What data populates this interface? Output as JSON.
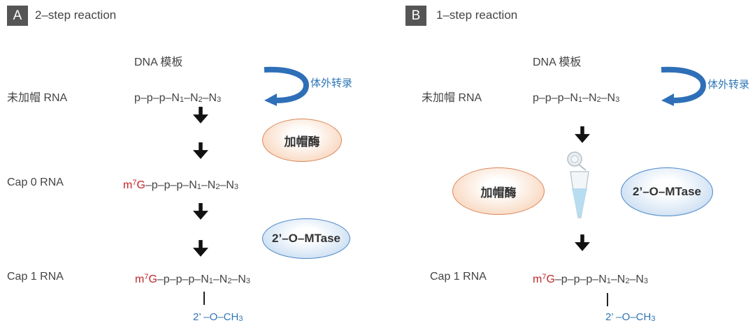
{
  "panel_a": {
    "badge": "A",
    "title": "2–step  reaction",
    "template_label": "DNA  模板",
    "ivt_label": "体外转录",
    "uncapped_label": "未加帽  RNA",
    "uncapped_seq": {
      "p": "p–p–p–N",
      "n1": "1",
      "m1": "–N",
      "n2": "2",
      "m2": "–N",
      "n3": "3"
    },
    "capping_enzyme": "加帽酶",
    "cap0_label": "Cap  0  RNA",
    "cap0_seq": {
      "m": "m",
      "sup": "7",
      "g": "G",
      "rest": "–p–p–p–N",
      "n1": "1",
      "m1": "–N",
      "n2": "2",
      "m2": "–N",
      "n3": "3"
    },
    "mtase": "2’–O–MTase",
    "cap1_label": "Cap  1  RNA",
    "cap1_seq": {
      "m": "m",
      "sup": "7",
      "g": "G",
      "rest": "–p–p–p–N",
      "n1": "1",
      "m1": "–N",
      "n2": "2",
      "m2": "–N",
      "n3": "3"
    },
    "methyl": {
      "text": "2’ –O–CH",
      "sub": "3"
    }
  },
  "panel_b": {
    "badge": "B",
    "title": "1–step  reaction",
    "template_label": "DNA  模板",
    "ivt_label": "体外转录",
    "uncapped_label": "未加帽  RNA",
    "uncapped_seq": {
      "p": "p–p–p–N",
      "n1": "1",
      "m1": "–N",
      "n2": "2",
      "m2": "–N",
      "n3": "3"
    },
    "capping_enzyme": "加帽酶",
    "mtase": "2’–O–MTase",
    "cap1_label": "Cap  1  RNA",
    "cap1_seq": {
      "m": "m",
      "sup": "7",
      "g": "G",
      "rest": "–p–p–p–N",
      "n1": "1",
      "m1": "–N",
      "n2": "2",
      "m2": "–N",
      "n3": "3"
    },
    "methyl": {
      "text": "2’ –O–CH",
      "sub": "3"
    }
  },
  "colors": {
    "badge": "#555555",
    "blue": "#2e75b6",
    "red": "#c0272d",
    "orange_border": "#d9875a",
    "blue_border": "#4a86c8"
  }
}
